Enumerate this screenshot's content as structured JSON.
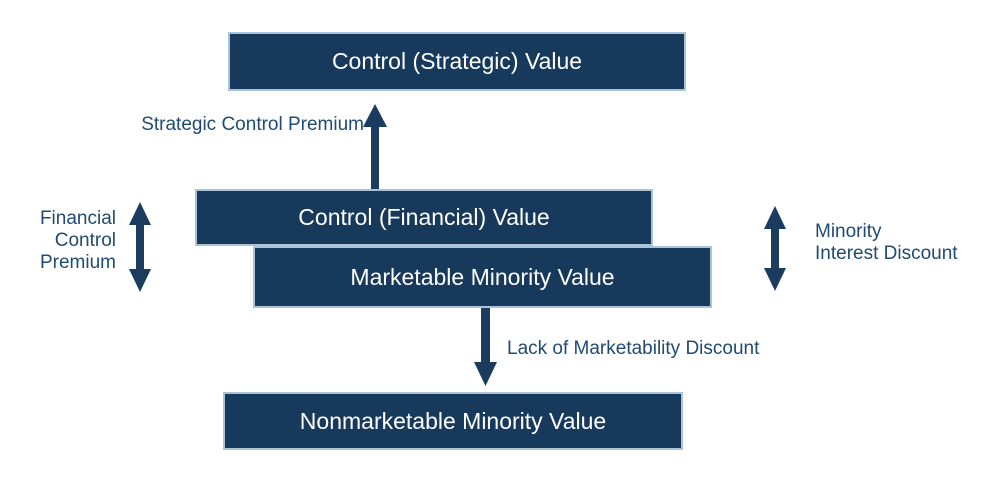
{
  "diagram": {
    "type": "levels-of-value",
    "colors": {
      "box_fill": "#17395c",
      "box_border": "#a9c3d9",
      "box_text": "#ffffff",
      "arrow": "#1b3c5e",
      "label_text": "#1e4a73",
      "background": "#ffffff"
    },
    "boxes": {
      "strategic": {
        "label": "Control (Strategic) Value"
      },
      "financial": {
        "label": "Control (Financial) Value"
      },
      "marketable": {
        "label": "Marketable Minority Value"
      },
      "nonmarketable": {
        "label": "Nonmarketable Minority Value"
      }
    },
    "labels": {
      "strategic_premium": "Strategic Control Premium",
      "financial_premium_line1": "Financial",
      "financial_premium_line2": "Control",
      "financial_premium_line3": "Premium",
      "minority_discount_line1": "Minority",
      "minority_discount_line2": "Interest Discount",
      "marketability_discount": "Lack of Marketability Discount"
    },
    "arrows": [
      {
        "name": "strategic-premium-up-arrow",
        "direction": "up"
      },
      {
        "name": "financial-premium-double-arrow",
        "direction": "up-down"
      },
      {
        "name": "minority-discount-double-arrow",
        "direction": "up-down"
      },
      {
        "name": "marketability-discount-down-arrow",
        "direction": "down"
      }
    ]
  }
}
